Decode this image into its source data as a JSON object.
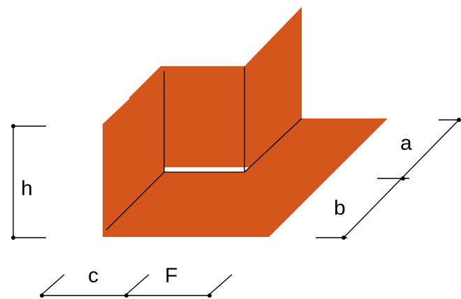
{
  "diagram": {
    "fill_color": "#d4561c",
    "edge_color": "#1a1a1a",
    "dimension_labels": {
      "h": "h",
      "a": "a",
      "b": "b",
      "c": "c",
      "F": "F"
    }
  }
}
